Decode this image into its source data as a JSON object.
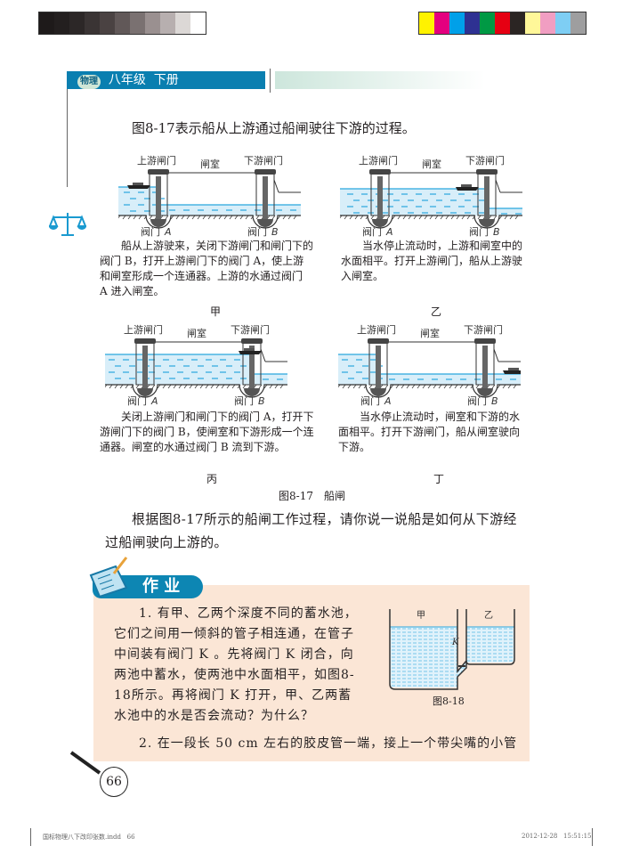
{
  "header": {
    "subject_logo": "物理",
    "title": "八年级  下册"
  },
  "intro": "图8-17表示船从上游通过船闸驶往下游的过程。",
  "panel_labels": {
    "upper_gate": "上游闸门",
    "chamber": "闸室",
    "lower_gate": "下游闸门",
    "valve_a": "阀门",
    "valve_a_letter": "A",
    "valve_b": "阀门",
    "valve_b_letter": "B"
  },
  "panels": [
    {
      "id": "甲",
      "text": "船从上游驶来，关闭下游闸门和闸门下的阀门 B，打开上游闸门下的阀门 A，使上游和闸室形成一个连通器。上游的水通过阀门 A 进入闸室。"
    },
    {
      "id": "乙",
      "text": "当水停止流动时，上游和闸室中的水面相平。打开上游闸门，船从上游驶入闸室。"
    },
    {
      "id": "丙",
      "text": "关闭上游闸门和闸门下的阀门 A，打开下游闸门下的阀门 B，使闸室和下游形成一个连通器。闸室的水通过阀门 B 流到下游。"
    },
    {
      "id": "丁",
      "text": "当水停止流动时，闸室和下游的水面相平。打开下游闸门，船从闸室驶向下游。"
    }
  ],
  "figure_caption": "图8-17　船闸",
  "question_paragraph": "根据图8-17所示的船闸工作过程，请你说一说船是如何从下游经过船闸驶向上游的。",
  "homework": {
    "title": "作 业",
    "q1": "1. 有甲、乙两个深度不同的蓄水池，它们之间用一倾斜的管子相连通，在管子中间装有阀门 K 。先将阀门 K 闭合，向两池中蓄水，使两池中水面相平，如图8-18所示。再将阀门 K 打开，甲、乙两蓄水池中的水是否会流动？为什么？",
    "q2": "2. 在一段长 50 cm 左右的胶皮管一端，接上一个带尖嘴的小管",
    "fig": {
      "left": "甲",
      "right": "乙",
      "valve": "K",
      "caption": "图8-18"
    }
  },
  "page_number": "66",
  "footer": {
    "file": "国标物理八下改印张数.indd   66",
    "timestamp": "2012-12-28   15:51:15"
  },
  "colors": {
    "accent": "#0a7fb0",
    "water": "#29a6de",
    "homework_bg": "#fbe6d6"
  }
}
